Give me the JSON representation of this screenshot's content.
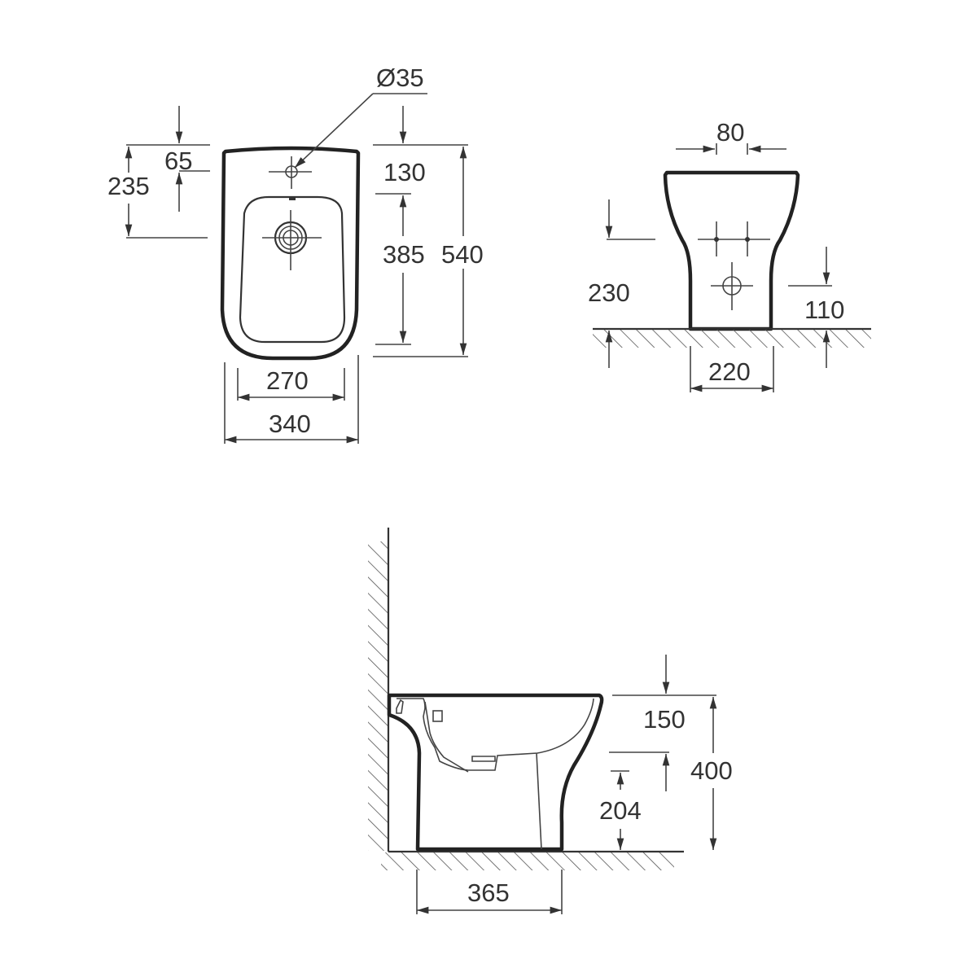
{
  "diagram": {
    "type": "technical drawing",
    "subject": "floor-standing bidet",
    "units": "mm",
    "colors": {
      "line": "#222222",
      "dimension": "#444444",
      "background": "#ffffff"
    }
  },
  "top_view": {
    "name": "plan view",
    "dimensions": {
      "tap_hole_diameter": "Ø35",
      "tap_hole_from_back": "65",
      "drain_from_back": "235",
      "back_to_bowl": "130",
      "bowl_length": "385",
      "overall_length": "540",
      "bowl_width": "270",
      "overall_width": "340"
    }
  },
  "front_view": {
    "name": "rear elevation",
    "dimensions": {
      "water_inlet_spacing": "80",
      "water_inlet_height": "230",
      "waste_outlet_height": "110",
      "base_width": "220"
    }
  },
  "side_view": {
    "name": "side elevation",
    "dimensions": {
      "rim_to_overflow": "150",
      "overall_height": "400",
      "drain_height": "204",
      "base_depth": "365"
    }
  }
}
